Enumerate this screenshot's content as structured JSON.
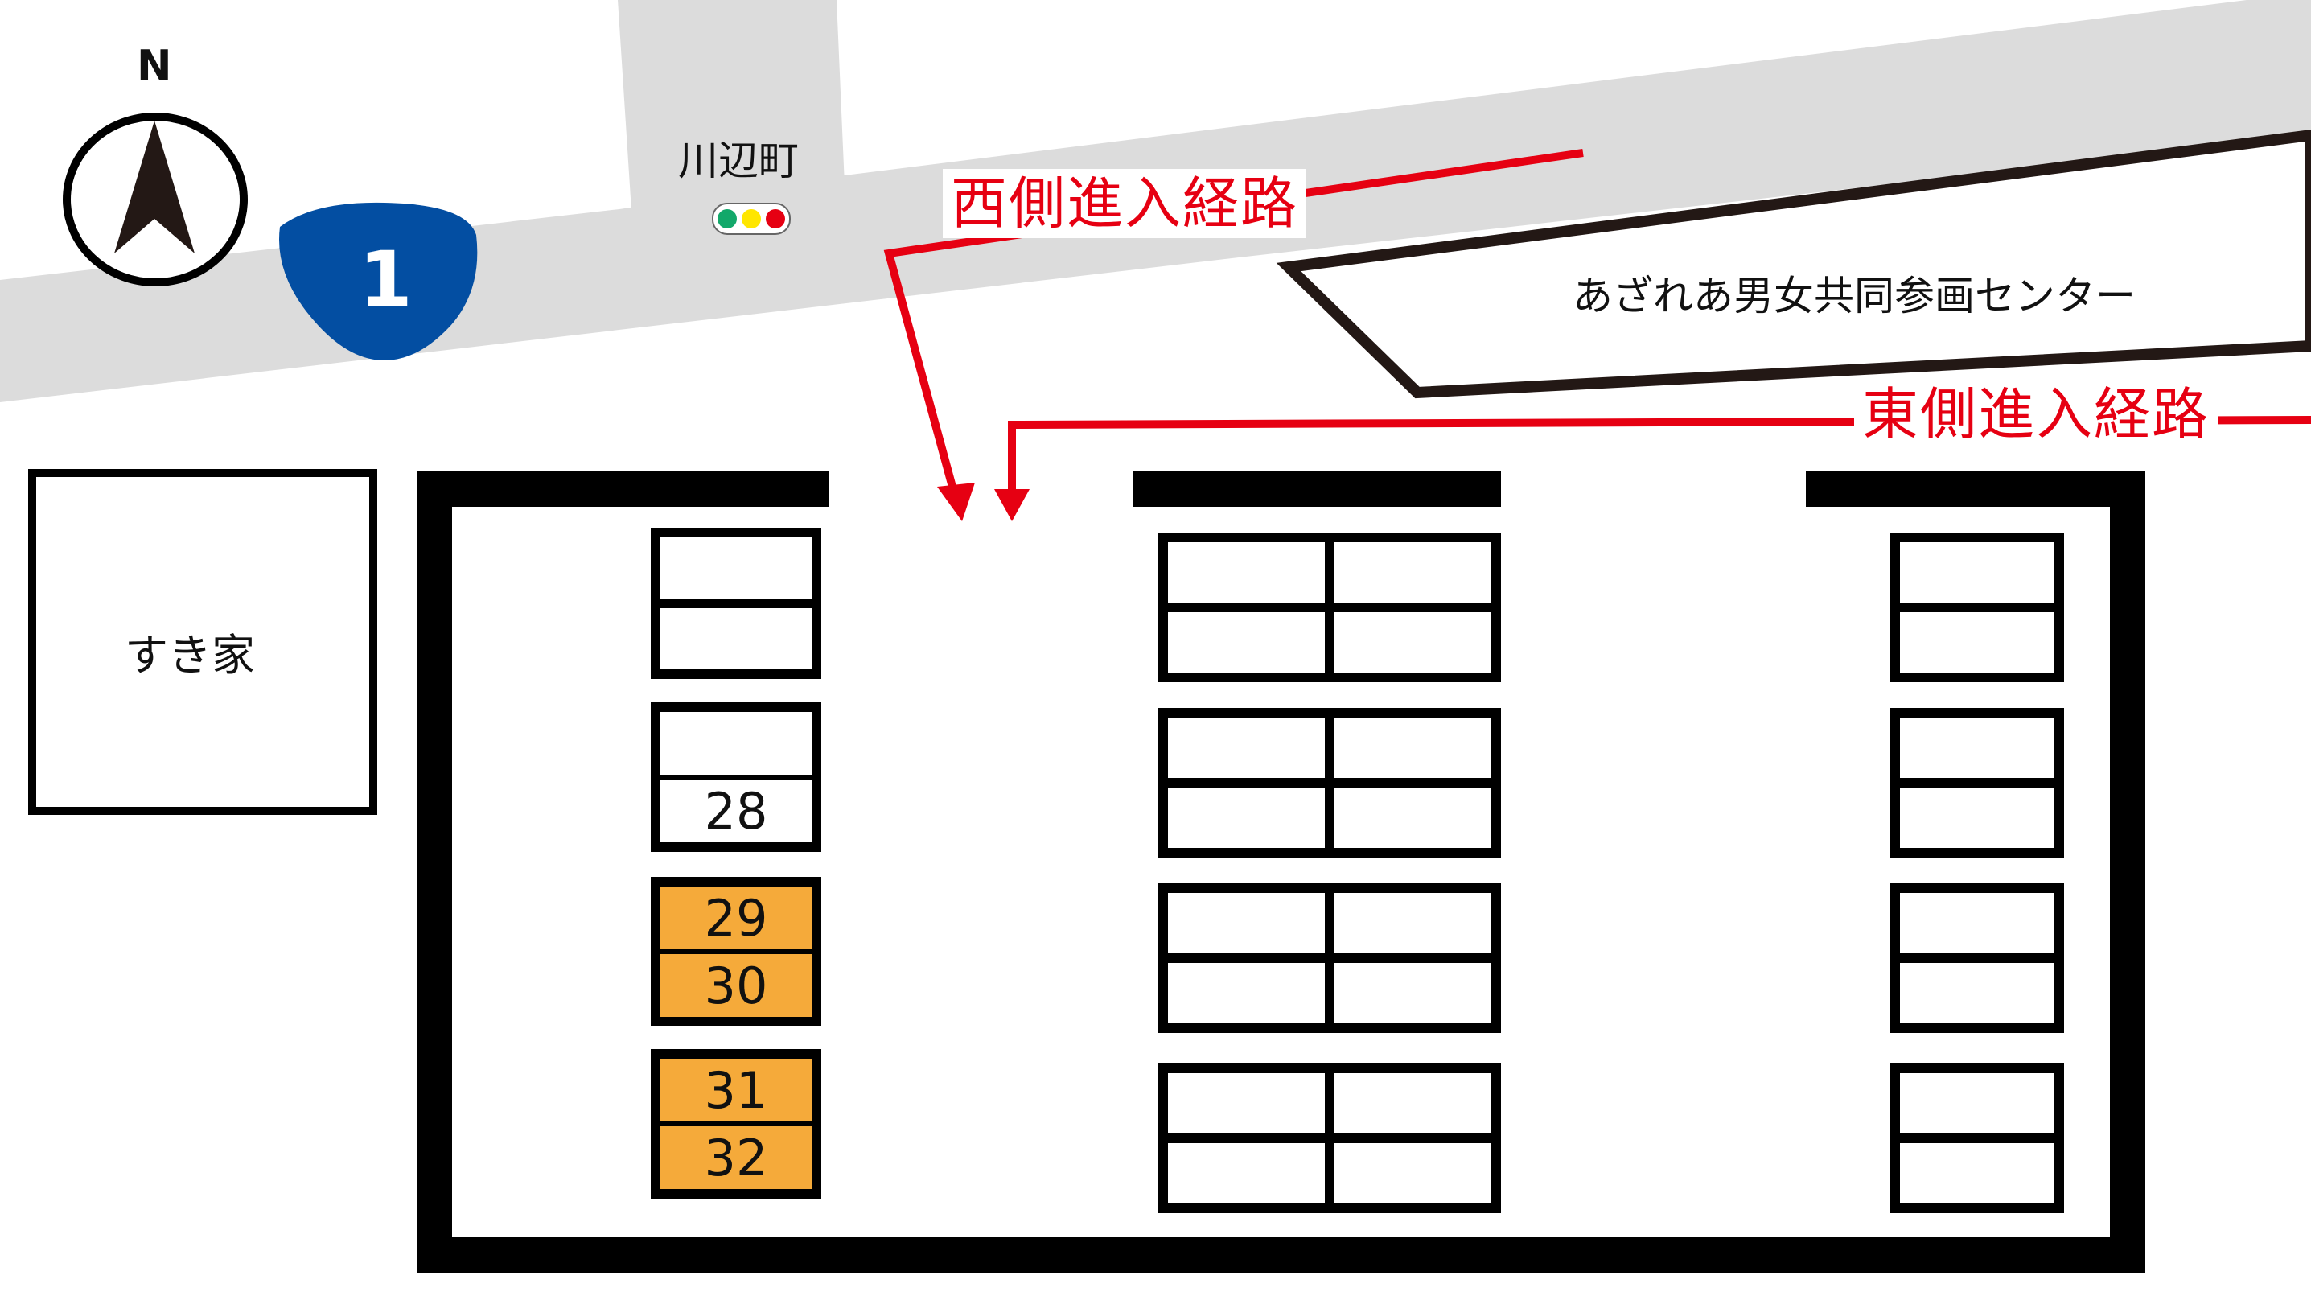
{
  "compass": {
    "label": "N"
  },
  "route_shield": {
    "number": "1",
    "color": "#034ea2"
  },
  "intersection": {
    "name": "川辺町",
    "signal_colors": [
      "#12a86a",
      "#ffe600",
      "#e60012"
    ]
  },
  "routes": {
    "west": {
      "label": "西側進入経路"
    },
    "east": {
      "label": "東側進入経路"
    },
    "color": "#e60012"
  },
  "buildings": {
    "center": {
      "label": "あざれあ男女共同参画センター"
    },
    "sukiya": {
      "label": "すき家"
    }
  },
  "parking": {
    "highlight_color": "#f5aa3a",
    "labeled_stalls": [
      {
        "number": "28",
        "highlighted": false
      },
      {
        "number": "29",
        "highlighted": true
      },
      {
        "number": "30",
        "highlighted": true
      },
      {
        "number": "31",
        "highlighted": true
      },
      {
        "number": "32",
        "highlighted": true
      }
    ]
  }
}
